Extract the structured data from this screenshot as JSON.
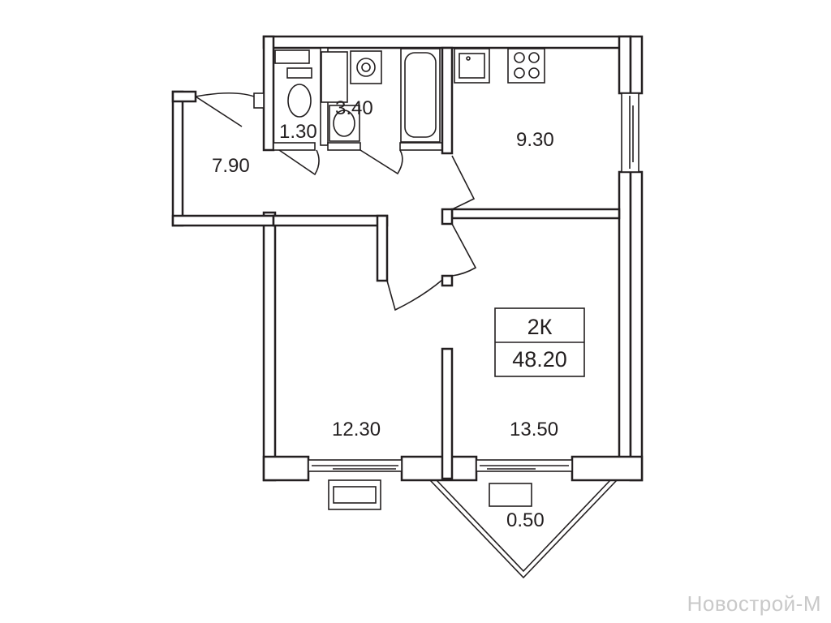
{
  "apartment": {
    "type": "2К",
    "total_area": "48.20"
  },
  "rooms": {
    "toilet": "1.30",
    "bathroom": "3.40",
    "kitchen": "9.30",
    "hall": "7.90",
    "bedroom": "12.30",
    "living": "13.50",
    "balcony": "0.50"
  },
  "watermark": "Новострой-М"
}
